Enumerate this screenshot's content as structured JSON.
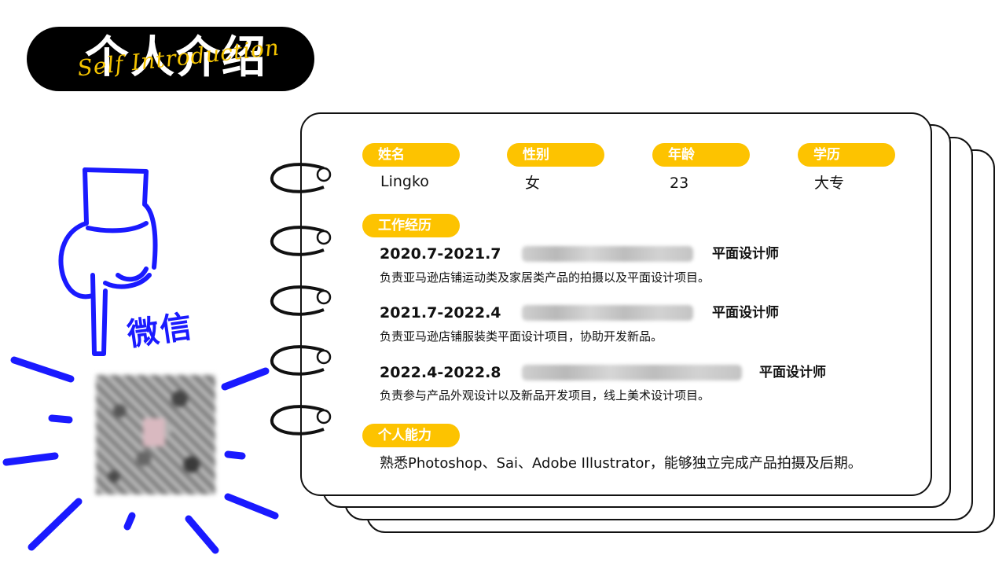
{
  "header": {
    "title": "个人介绍",
    "script_subtitle": "Self Introduction"
  },
  "info": [
    {
      "label": "姓名",
      "value": "Lingko"
    },
    {
      "label": "性别",
      "value": "女"
    },
    {
      "label": "年龄",
      "value": "23"
    },
    {
      "label": "学历",
      "value": "大专"
    }
  ],
  "work": {
    "label": "工作经历",
    "entries": [
      {
        "period": "2020.7-2021.7",
        "role": "平面设计师",
        "desc": "负责亚马逊店铺运动类及家居类产品的拍摄以及平面设计项目。"
      },
      {
        "period": "2021.7-2022.4",
        "role": "平面设计师",
        "desc": "负责亚马逊店铺服装类平面设计项目，协助开发新品。"
      },
      {
        "period": "2022.4-2022.8",
        "role": "平面设计师",
        "desc": "负责参与产品外观设计以及新品开发项目，线上美术设计项目。"
      }
    ]
  },
  "skills": {
    "label": "个人能力",
    "text": "熟悉Photoshop、Sai、Adobe Illustrator，能够独立完成产品拍摄及后期。"
  },
  "wechat": {
    "label": "微信"
  },
  "colors": {
    "accent": "#fdc300",
    "doodle": "#1a1aff",
    "title_bg": "#000000"
  },
  "icons": [
    "pointing-hand-icon",
    "qr-code-icon",
    "spiral-ring-icon"
  ]
}
